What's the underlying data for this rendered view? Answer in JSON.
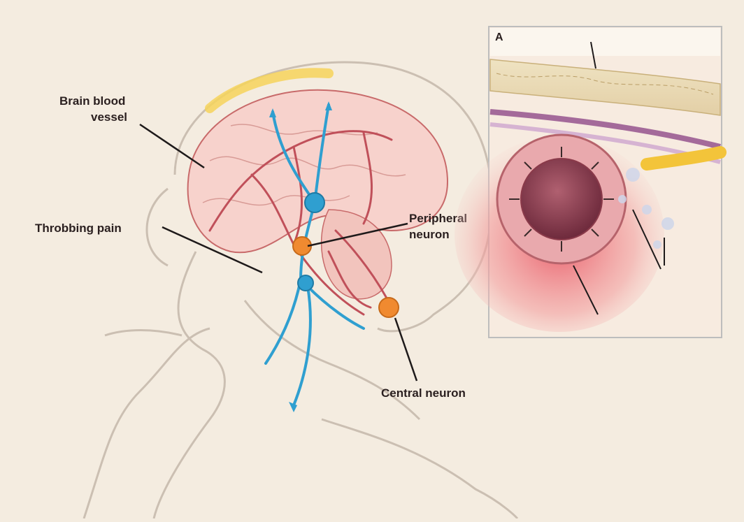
{
  "labels": {
    "brain_blood_vessel_line1": "Brain blood",
    "brain_blood_vessel_line2": "vessel",
    "throbbing_pain": "Throbbing pain",
    "peripheral_neuron_line1": "Peripheral",
    "peripheral_neuron_line2": "neuron",
    "central_neuron": "Central neuron"
  },
  "inset": {
    "panel_letter": "A"
  },
  "colors": {
    "background": "#f4ece0",
    "vessel": "#c0505a",
    "neuron_blue": "#2f9fd0",
    "neuron_orange": "#f08a30",
    "brain_fill": "#f7d2cc",
    "inset_border": "#bdbdbd"
  }
}
